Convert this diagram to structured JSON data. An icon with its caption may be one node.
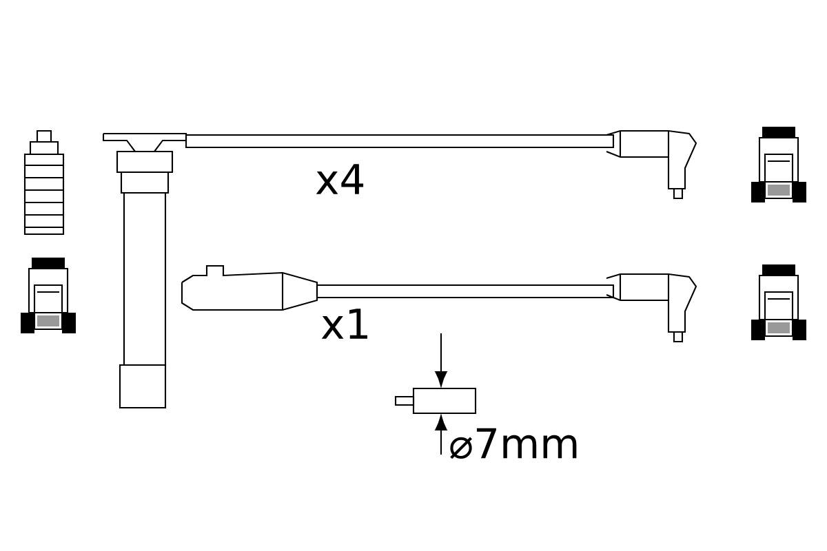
{
  "diagram": {
    "labels": [
      "x4",
      "x1",
      "⌀7mm"
    ]
  }
}
